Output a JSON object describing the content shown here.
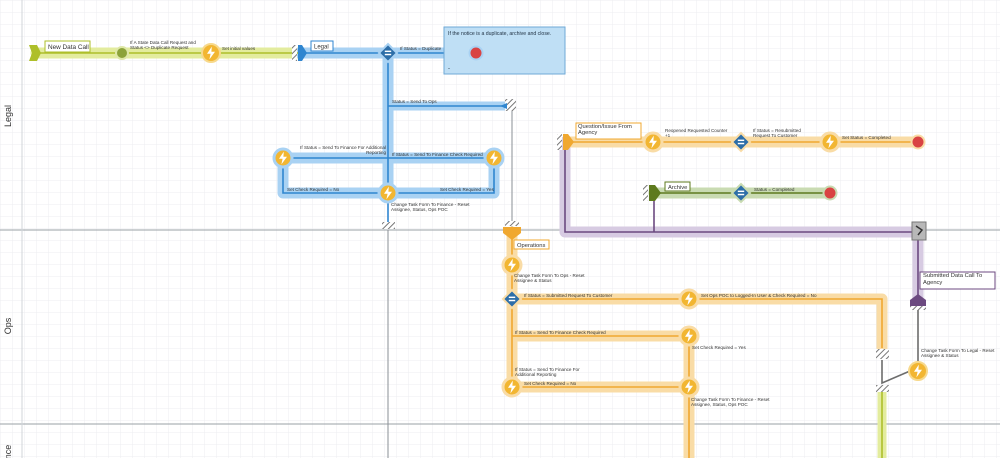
{
  "lanes": [
    {
      "id": "legal",
      "label": "Legal"
    },
    {
      "id": "ops",
      "label": "Ops"
    },
    {
      "id": "finance",
      "label": "nce"
    }
  ],
  "start_nodes": {
    "new_data_call": "New Data Call",
    "legal": "Legal",
    "operations": "Operations",
    "question_issue": "Question/Issue From Agency",
    "archive": "Archive",
    "submitted": "Submitted Data Call To Agency"
  },
  "note": {
    "text": "If the notice is a duplicate, archive and close.",
    "dash": "-"
  },
  "labels": {
    "cond_state_data_call": "If A State Data Call Request and Status <> Duplicate Request",
    "set_initial": "Set initial values",
    "status_duplicate": "If Status = Duplicate",
    "status_send_ops": "Status = Send To Ops",
    "status_finance_additional": "If Status = Send To Finance For Additional Reporting",
    "status_finance_check": "If Status = Send To Finance Check Required",
    "set_check_no": "Set Check Required = No",
    "set_check_yes": "Set Check Required = Yes",
    "change_finance": "Change Task Form To Finance - Reset Assignee, Status, Ops POC",
    "reopened_counter": "Reopened Requested Counter +1",
    "status_resubmitted": "If Status = Resubmitted Request To Customer",
    "set_completed": "Set Status = Completed",
    "status_completed": "Status = Completed",
    "change_ops": "Change Task Form To Ops - Reset Assignee & Status",
    "status_submitted": "If Status = Submitted Request To Customer",
    "set_ops_poc": "Set Ops POC to Logged-In User & Check Required = No",
    "ops_finance_check": "If Status = Send To Finance Check Required",
    "ops_set_check_yes": "Set Check Required = Yes",
    "ops_finance_additional": "If Status = Send To Finance For Additional Reporting",
    "ops_set_check_no": "Set Check Required = No",
    "ops_change_finance": "Change Task Form To Finance - Reset Assignee, Status, Ops POC",
    "change_legal": "Change Task Form To Legal - Reset Assignee & Status"
  },
  "colors": {
    "grid": "#eceef1",
    "lane_border": "#9aa0a6",
    "green": "#aebf2a",
    "green_glow": "#e3ec9e",
    "archive_green": "#5e7a1e",
    "archive_glow": "#c9dbb2",
    "blue": "#2f86d0",
    "blue_glow": "#a9d2f3",
    "orange": "#f0a830",
    "orange_glow": "#f9dca6",
    "purple": "#6c4a80",
    "purple_glow": "#d7cbe2",
    "peach": "#fbe0c4",
    "bolt_fill": "#f2b632",
    "diamond": "#2d6ea8",
    "end_red": "#d94343",
    "note_bg": "#bfdff5"
  }
}
